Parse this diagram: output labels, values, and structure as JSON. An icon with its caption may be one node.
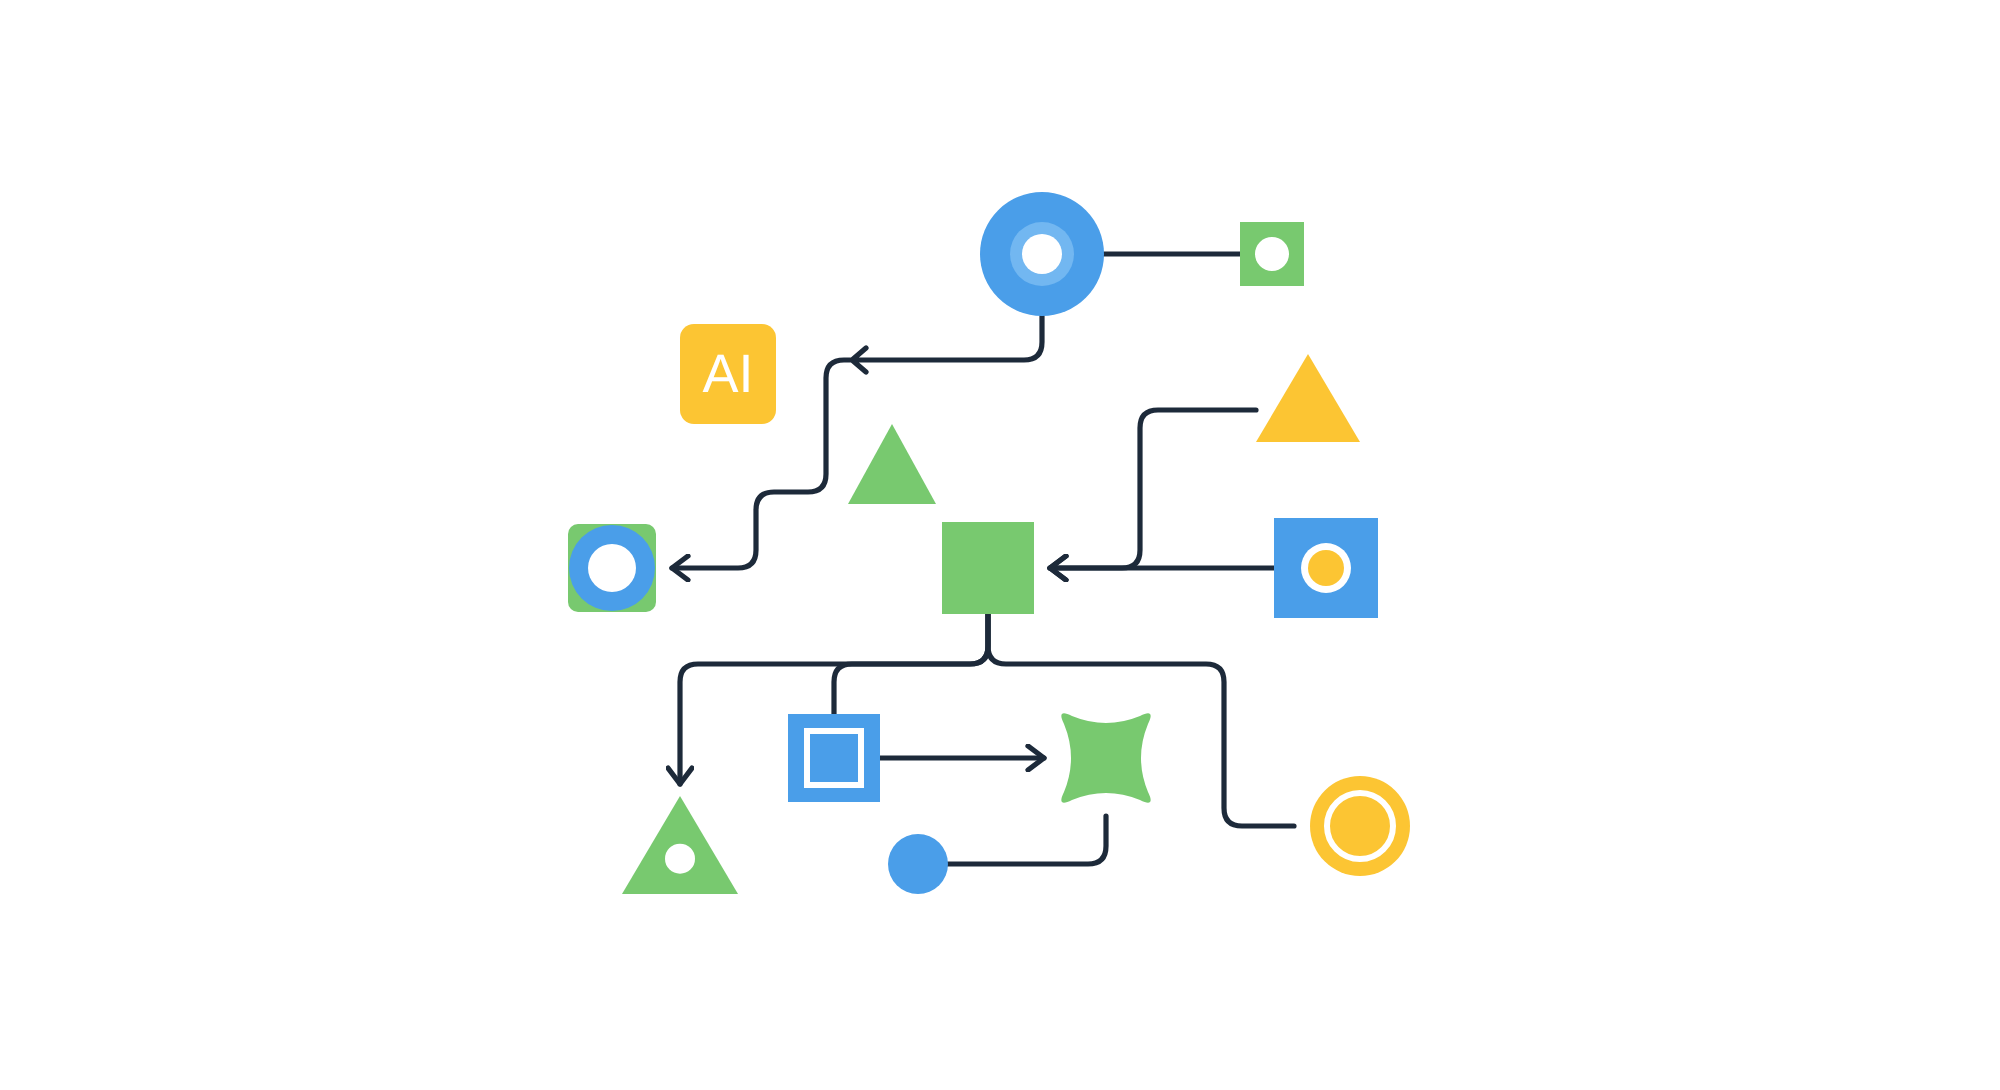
{
  "diagram": {
    "nodes": [
      {
        "text": [],
        "shape": "circle"
      },
      {
        "text": [],
        "shape": "box"
      },
      {
        "text": [
          "AI"
        ]
      },
      {
        "text": [],
        "shape": "triangle"
      },
      {
        "text": [],
        "shape": "triangle"
      },
      {
        "text": [],
        "shape": "box"
      },
      {
        "text": [],
        "shape": "box"
      },
      {
        "text": [],
        "shape": "box"
      },
      {
        "text": [],
        "shape": "box"
      },
      {
        "text": [],
        "shape": "star"
      },
      {
        "text": [],
        "shape": "triangle"
      },
      {
        "text": [],
        "shape": "circle"
      },
      {
        "text": [],
        "shape": "circle"
      }
    ],
    "edges": [
      {
        "from": 0,
        "to": 1,
        "arrow": "none"
      },
      {
        "from": 0,
        "to": 5,
        "arrow": "to"
      },
      {
        "from": 3,
        "to": 6,
        "arrow": "to"
      },
      {
        "from": 7,
        "to": 6,
        "arrow": "to"
      },
      {
        "from": 6,
        "to": 10,
        "arrow": "to"
      },
      {
        "from": 6,
        "to": 8,
        "arrow": "none"
      },
      {
        "from": 6,
        "to": 12,
        "arrow": "none"
      },
      {
        "from": 8,
        "to": 9,
        "arrow": "to"
      },
      {
        "from": 11,
        "to": 9,
        "arrow": "none"
      }
    ]
  }
}
